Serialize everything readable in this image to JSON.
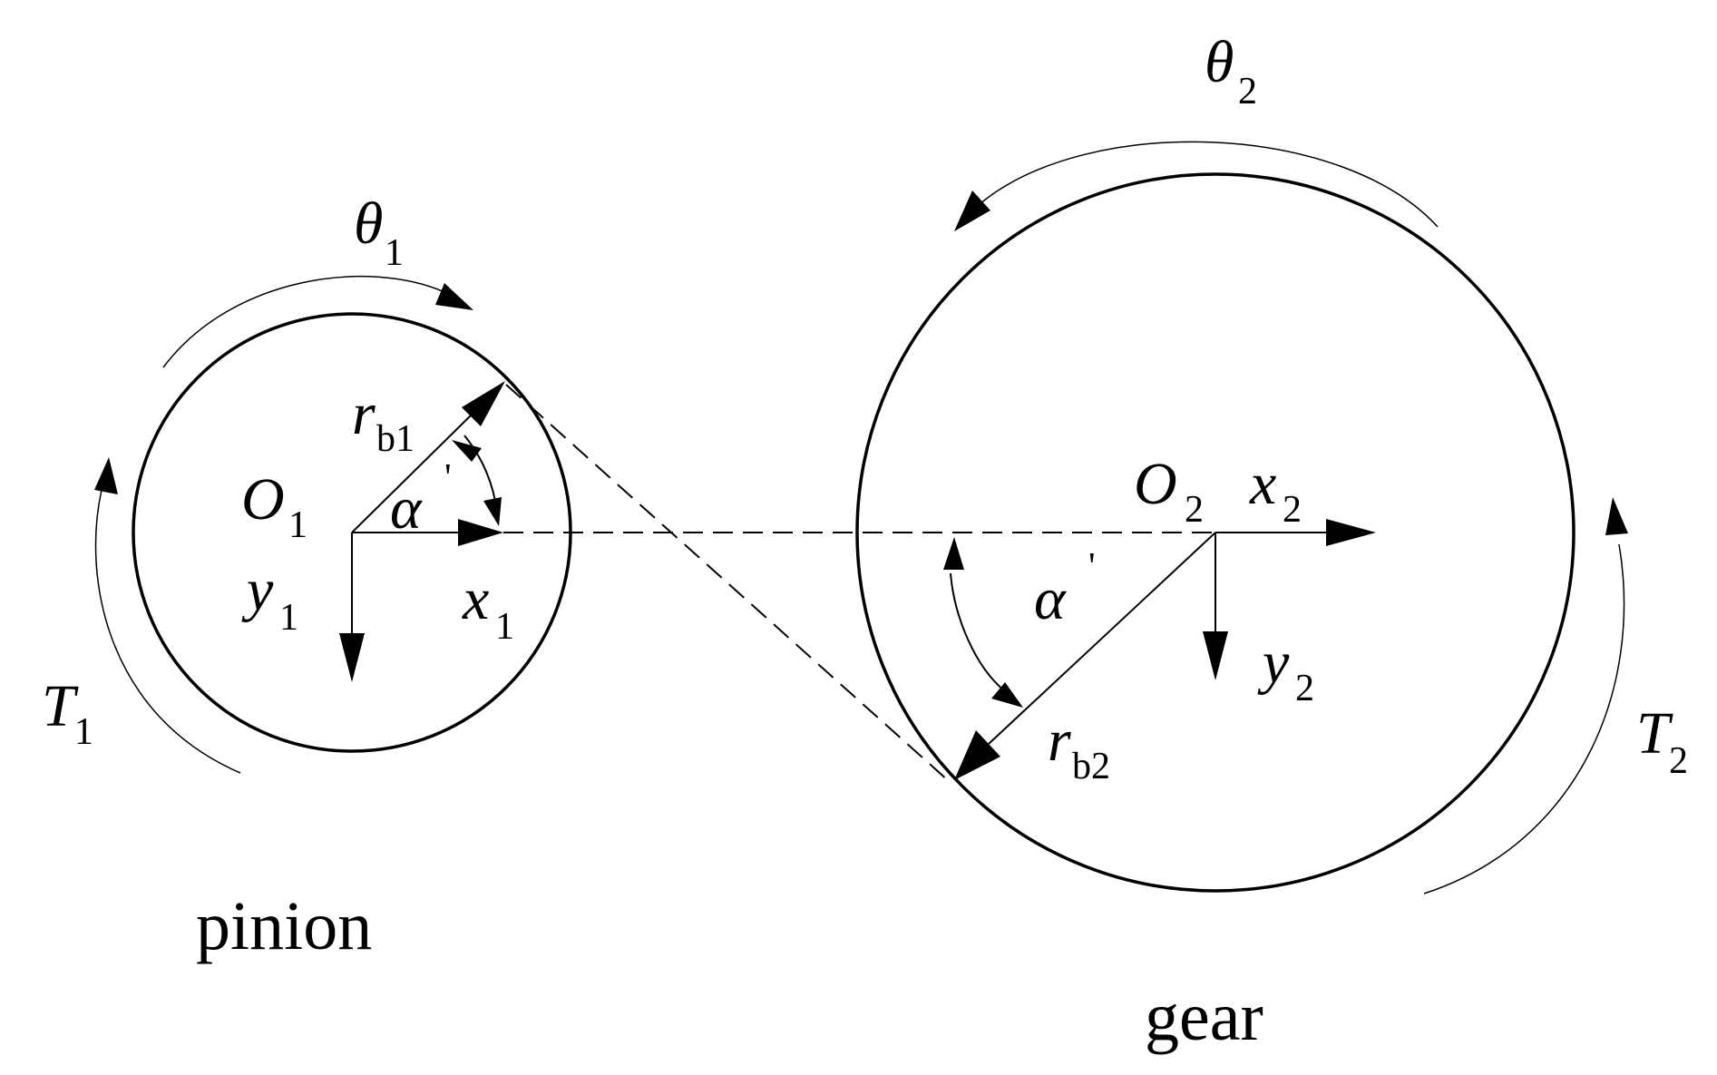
{
  "pinion": {
    "theta": "θ",
    "theta_sub": "1",
    "radius": "r",
    "radius_sub": "b1",
    "center": "O",
    "center_sub": "1",
    "angle": "α",
    "angle_mark": "'",
    "x_axis": "x",
    "x_axis_sub": "1",
    "y_axis": "y",
    "y_axis_sub": "1",
    "torque": "T",
    "torque_sub": "1",
    "label": "pinion"
  },
  "gear": {
    "theta": "θ",
    "theta_sub": "2",
    "radius": "r",
    "radius_sub": "b2",
    "center": "O",
    "center_sub": "2",
    "angle": "α",
    "angle_mark": "'",
    "x_axis": "x",
    "x_axis_sub": "2",
    "y_axis": "y",
    "y_axis_sub": "2",
    "torque": "T",
    "torque_sub": "2",
    "label": "gear"
  }
}
